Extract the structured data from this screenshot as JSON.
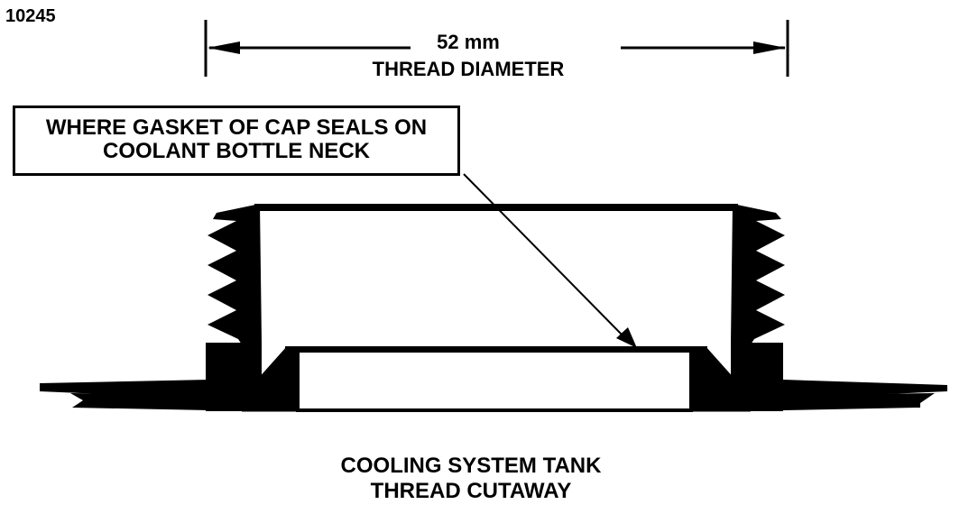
{
  "figure_id": "10245",
  "dimension": {
    "value": "52 mm",
    "label": "THREAD DIAMETER"
  },
  "callout": {
    "line1": "WHERE GASKET OF CAP SEALS ON",
    "line2": "COOLANT BOTTLE NECK"
  },
  "caption": {
    "line1": "COOLING SYSTEM TANK",
    "line2": "THREAD CUTAWAY"
  },
  "colors": {
    "ink": "#000000",
    "paper": "#ffffff"
  }
}
